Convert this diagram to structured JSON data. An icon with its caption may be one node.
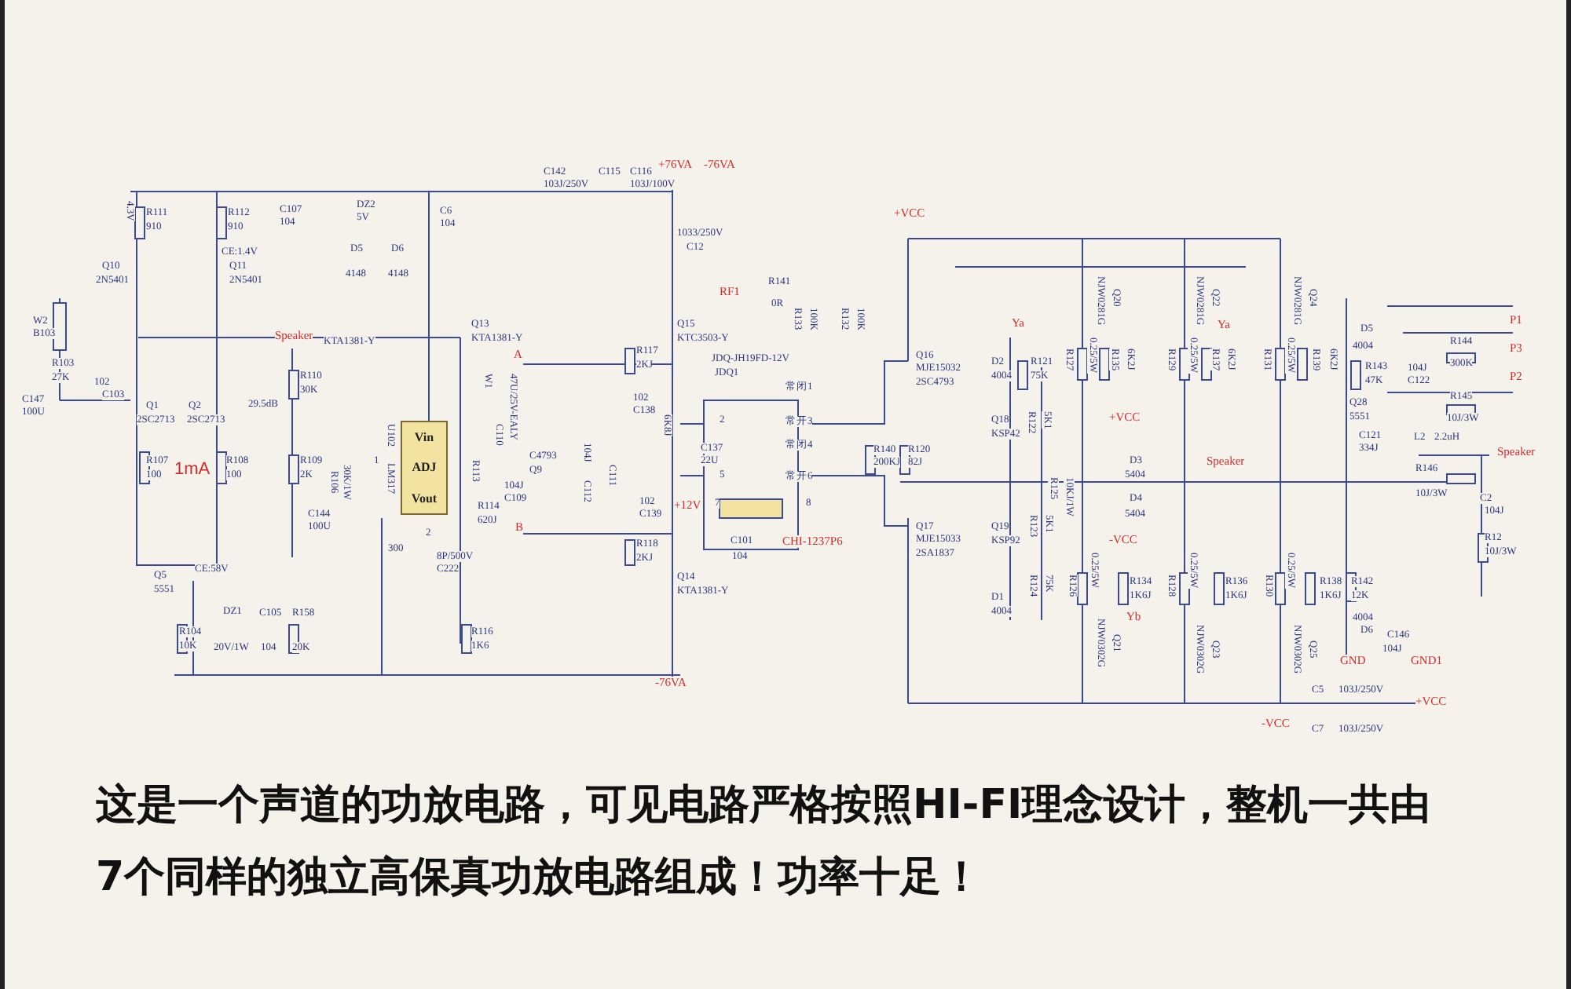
{
  "diagram": {
    "caption": "这是一个声道的功放电路，可见电路严格按照HI-FI理念设计，整机一共由7个同样的独立高保真功放电路组成！功率十足！",
    "nodes": [
      {
        "text": [
          "Vin",
          "ADJ",
          "Vout"
        ],
        "beside": [
          "U102",
          "LM317"
        ]
      }
    ],
    "labels": [
      "4.3V",
      "R111",
      "910",
      "R112",
      "910",
      "C107",
      "104",
      "DZ2",
      "5V",
      "C6",
      "104",
      "C142",
      "103J/250V",
      "C115",
      "C116",
      "103J/100V",
      "+76VA",
      "-76VA",
      "CE:1.4V",
      "D5",
      "D6",
      "4148",
      "4148",
      "Q10",
      "2N5401",
      "Q11",
      "2N5401",
      "1033/250V",
      "C12",
      "+VCC",
      "RF1",
      "R141",
      "0R",
      "R133",
      "100K",
      "R132",
      "100K",
      "W2",
      "B103",
      "Speaker",
      "KTA1381-Y",
      "Q13",
      "KTA1381-Y",
      "Q15",
      "KTC3503-Y",
      "Q16",
      "MJE15032",
      "2SC4793",
      "D2",
      "4004",
      "Ya",
      "R121",
      "75K",
      "NJW0281G",
      "Q20",
      "NJW0281G",
      "Q22",
      "Ya",
      "NJW0281G",
      "Q24",
      "D5",
      "4004",
      "P1",
      "R144",
      "300K",
      "P3",
      "A",
      "R103",
      "27K",
      "JDQ-JH19FD-12V",
      "JDQ1",
      "R117",
      "2KJ",
      "R110",
      "30K",
      "W1",
      "47U/25V-EALY",
      "102",
      "C103",
      "102",
      "C138",
      "2",
      "常闭",
      "1",
      "常开",
      "3",
      "Q18",
      "KSP42",
      "R122",
      "5K1",
      "R127",
      "0.25/5W",
      "R135",
      "6K2J",
      "R129",
      "0.25/5W",
      "R137",
      "6K2J",
      "R131",
      "0.25/5W",
      "R139",
      "6K2J",
      "R143",
      "47K",
      "104J",
      "C122",
      "P2",
      "R145",
      "10J/3W",
      "C147",
      "100U",
      "Q1",
      "2SC2713",
      "Q2",
      "2SC2713",
      "29.5dB",
      "C110",
      "+VCC",
      "Q28",
      "5551",
      "C121",
      "334J",
      "1",
      "2",
      "R106",
      "30K/1W",
      "R113",
      "C4793",
      "Q9",
      "104J",
      "C109",
      "R107",
      "100",
      "1mA",
      "R108",
      "100",
      "R109",
      "2K",
      "R114",
      "620J",
      "C144",
      "100U",
      "B",
      "300",
      "8P/500V",
      "C222",
      "Q5",
      "5551",
      "CE:58V",
      "DZ1",
      "C105",
      "R158",
      "R104",
      "10K",
      "20V/1W",
      "104",
      "20K",
      "R116",
      "1K6",
      "6K8J",
      "C137",
      "22U",
      "常闭",
      "4",
      "5",
      "常开",
      "6",
      "104J",
      "C112",
      "C111",
      "R140",
      "200KJ",
      "R120",
      "82J",
      "D3",
      "5404",
      "Speaker",
      "L2",
      "2.2uH",
      "Speaker",
      "R146",
      "10J/3W",
      "102",
      "C139",
      "+12V",
      "7",
      "8",
      "D4",
      "5404",
      "C2",
      "104J",
      "R125",
      "10KJ/1W",
      "Q17",
      "MJE15033",
      "2SA1837",
      "Q19",
      "KSP92",
      "R123",
      "5K1",
      "-VCC",
      "R12",
      "10J/3W",
      "R118",
      "2KJ",
      "C101",
      "104",
      "CHI-1237P6",
      "Q14",
      "KTA1381-Y",
      "R124",
      "75K",
      "D1",
      "4004",
      "R126",
      "0.25/5W",
      "R134",
      "1K6J",
      "R128",
      "0.25/5W",
      "R136",
      "1K6J",
      "R130",
      "0.25/5W",
      "R138",
      "1K6J",
      "R142",
      "12K",
      "4004",
      "D6",
      "Yb",
      "NJW0302G",
      "Q21",
      "NJW0302G",
      "Q23",
      "NJW0302G",
      "Q25",
      "C146",
      "104J",
      "GND",
      "GND1",
      "-76VA",
      "C5",
      "103J/250V",
      "+VCC",
      "C7",
      "103J/250V",
      "-VCC"
    ]
  }
}
